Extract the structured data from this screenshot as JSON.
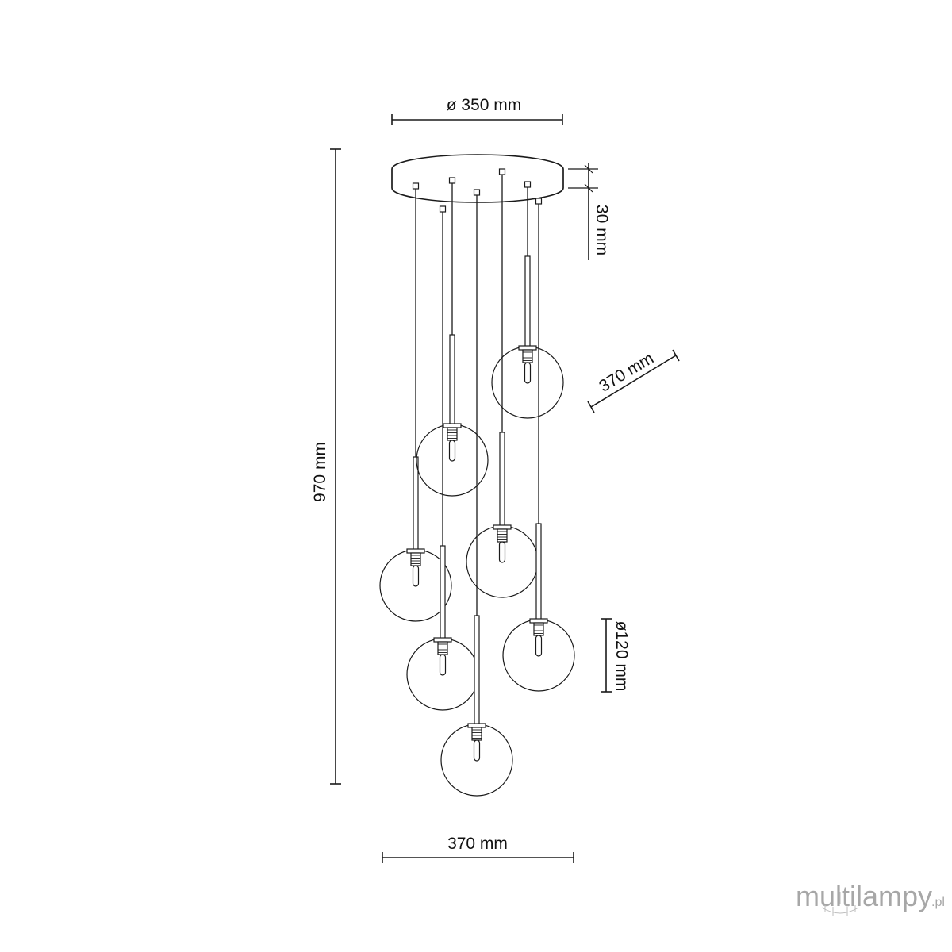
{
  "dimensions": {
    "canopy_diameter": "ø 350 mm",
    "canopy_height": "30 mm",
    "total_height": "970 mm",
    "depth_diagonal": "370 mm",
    "width_bottom": "370 mm",
    "globe_diameter": "ø120 mm"
  },
  "logo": {
    "main": "multilampy",
    "suffix": ".pl"
  },
  "colors": {
    "line": "#1a1a1a",
    "logo": "#a7a7a7",
    "background": "#ffffff"
  }
}
